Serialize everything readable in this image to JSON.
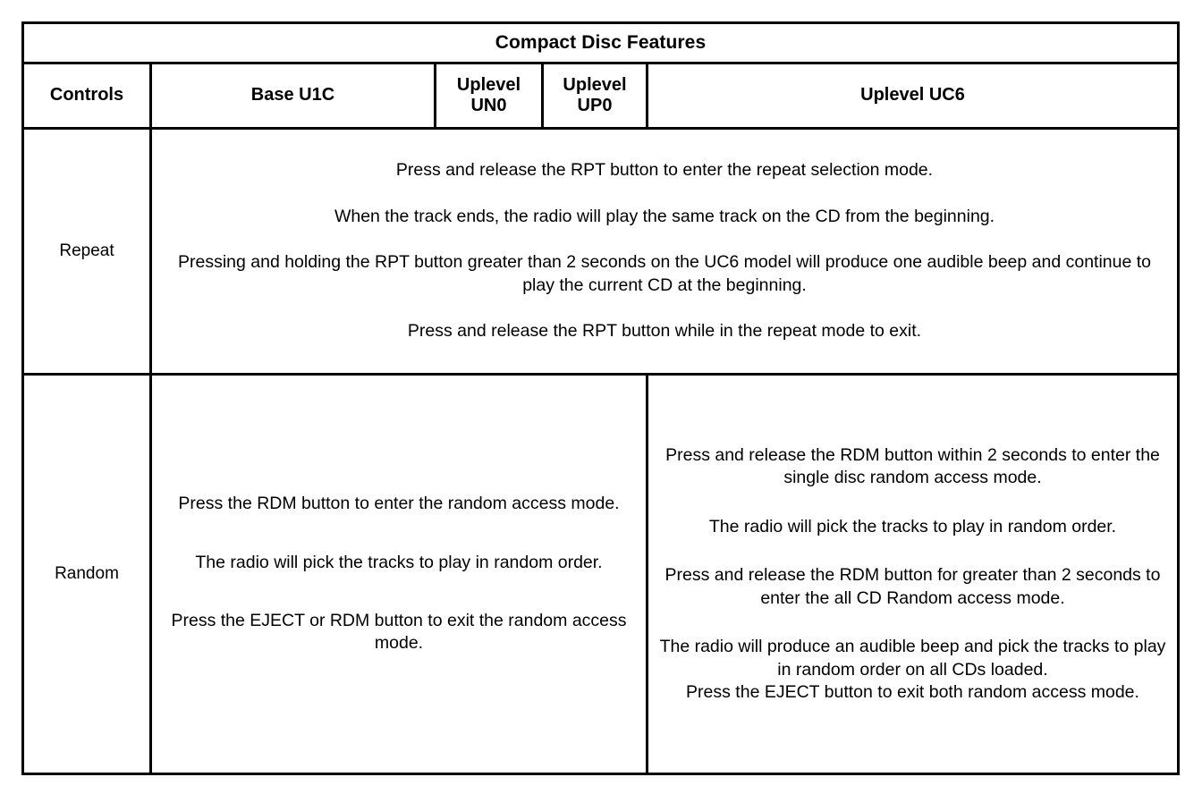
{
  "table": {
    "title": "Compact Disc Features",
    "columns": [
      {
        "id": "controls",
        "label": "Controls"
      },
      {
        "id": "base_u1c",
        "label": "Base U1C"
      },
      {
        "id": "uplevel_un0",
        "label_line1": "Uplevel",
        "label_line2": "UN0"
      },
      {
        "id": "uplevel_up0",
        "label_line1": "Uplevel",
        "label_line2": "UP0"
      },
      {
        "id": "uplevel_uc6",
        "label": "Uplevel UC6"
      }
    ],
    "rows": [
      {
        "control": "Repeat",
        "cells": [
          {
            "span": "all",
            "paragraphs": [
              "Press and release the RPT button to enter the repeat selection mode.",
              "When the track ends, the radio will play the same track on the CD from the beginning.",
              "Pressing and holding the RPT button greater than 2 seconds on the UC6 model will produce one audible beep and continue to play the current CD at the beginning.",
              "Press and release the RPT button while in the repeat mode to exit."
            ]
          }
        ]
      },
      {
        "control": "Random",
        "cells": [
          {
            "span": "base_un0_up0",
            "paragraphs": [
              "Press the RDM button to enter the random access mode.",
              "The radio will pick the tracks to play in random order.",
              "Press the EJECT or RDM button to exit the random access mode."
            ]
          },
          {
            "span": "uc6",
            "paragraphs": [
              "Press and release the RDM button within 2 seconds to enter the single disc random access mode.",
              "The radio will pick the tracks to play in random order.",
              "Press and release the RDM button for greater than 2 seconds to enter the all CD Random access mode.",
              "The radio will produce an audible beep and pick the tracks to play in random order on all CDs loaded.",
              "Press the EJECT button to exit both random access mode."
            ],
            "joined_tail": [
              3,
              4
            ]
          }
        ]
      }
    ]
  },
  "style": {
    "border_color": "#000000",
    "text_color": "#000000",
    "background": "#ffffff"
  }
}
